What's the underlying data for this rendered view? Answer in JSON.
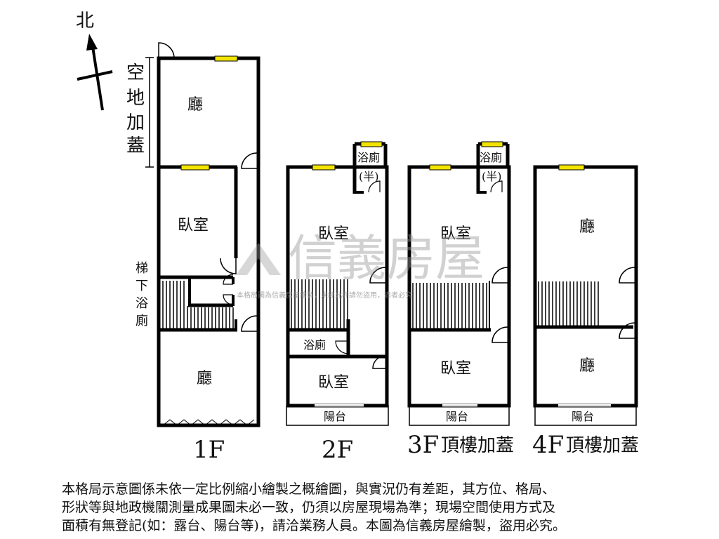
{
  "compass": {
    "label": "北"
  },
  "annotations": {
    "addition": [
      "空",
      "地",
      "加",
      "蓋"
    ],
    "under_stair_bath": [
      "梯",
      "下",
      "浴",
      "廁"
    ]
  },
  "floors": [
    {
      "label": "1F",
      "sub": ""
    },
    {
      "label": "2F",
      "sub": ""
    },
    {
      "label": "3F",
      "sub": "頂樓加蓋"
    },
    {
      "label": "4F",
      "sub": "頂樓加蓋"
    }
  ],
  "rooms": {
    "f1_hall_top": "廳",
    "f1_bedroom": "臥室",
    "f1_hall_bottom": "廳",
    "f2_bath_half_1": "浴廁",
    "f2_bath_half_2": "(半)",
    "f2_bedroom_top": "臥室",
    "f2_bath": "浴廁",
    "f2_bedroom_bottom": "臥室",
    "f2_balcony": "陽台",
    "f3_bath_half_1": "浴廁",
    "f3_bath_half_2": "(半)",
    "f3_bedroom_top": "臥室",
    "f3_bedroom_bottom": "臥室",
    "f3_balcony": "陽台",
    "f4_hall_top": "廳",
    "f4_hall_bottom": "廳",
    "f4_balcony": "陽台"
  },
  "watermark": {
    "brand": "信義房屋",
    "note": "本格局圖為信義房屋繪製，未經允許請勿盜用，違者必究"
  },
  "disclaimer": [
    "本格局示意圖係未依一定比例縮小繪製之概繪圖，與實況仍有差距，其方位、格局、",
    "形狀等與地政機關測量成果圖未必一致，仍須以房屋現場為準；現場空間使用方式及",
    "面積有無登記(如：露台、陽台等)，請洽業務人員。本圖為信義房屋繪製，盜用必究。"
  ],
  "colors": {
    "wall": "#000000",
    "window": "#f2e400",
    "watermark": "#9a9a9a"
  }
}
